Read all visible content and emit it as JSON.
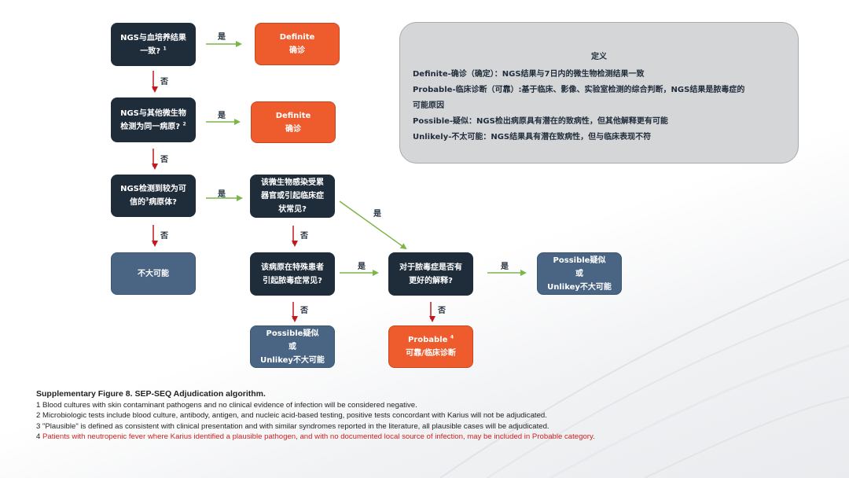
{
  "nodes": {
    "q1": {
      "text": "NGS与血培养结果",
      "text2": "一致?",
      "sup": "1"
    },
    "q2": {
      "text": "NGS与其他微生物",
      "text2": "检测为同一病原?",
      "sup": "2"
    },
    "q3": {
      "text": "NGS检测到较为可",
      "text2": "信的",
      "sup": "3",
      "text3": "病原体?"
    },
    "r_definite1": {
      "text": "Definite",
      "text2": "确诊"
    },
    "r_definite2": {
      "text": "Definite",
      "text2": "确诊"
    },
    "q4": {
      "text": "该微生物感染受累",
      "text2": "器官或引起临床症",
      "text3": "状常见?"
    },
    "r_unlikely1": {
      "text": "不大可能"
    },
    "q5": {
      "text": "该病原在特殊患者",
      "text2": "引起脓毒症常见?"
    },
    "q6": {
      "text": "对于脓毒症是否有",
      "text2": "更好的解释?"
    },
    "r_possible1": {
      "text": "Possible疑似",
      "text2": "或",
      "text3": "Unlikey不大可能"
    },
    "r_possible2": {
      "text": "Possible疑似",
      "text2": "或",
      "text3": "Unlikey不大可能"
    },
    "r_probable": {
      "text": "Probable",
      "sup": "4",
      "text2": "可靠/临床诊断"
    }
  },
  "labels": {
    "yes": "是",
    "no": "否"
  },
  "definitions": {
    "title": "定义",
    "lines": [
      "Definite-确诊（确定）：NGS结果与7日内的微生物检测结果一致",
      "Probable-临床诊断（可靠）:基于临床、影像、实验室检测的综合判断，NGS结果是脓毒症的",
      "可能原因",
      "Possible-疑似：NGS检出病原具有潜在的致病性，但其他解释更有可能",
      "Unlikely-不太可能：NGS结果具有潜在致病性，但与临床表现不符"
    ]
  },
  "caption": {
    "title": "Supplementary Figure 8. SEP-SEQ Adjudication algorithm.",
    "notes": [
      "1 Blood cultures with skin contaminant pathogens and no clinical evidence  of infection will be considered negative.",
      "2 Microbiologic tests include blood culture, antibody, antigen, and nucleic acid-based testing, positive tests concordant with Karius will not be adjudicated.",
      "3 \"Plausible\" is defined as consistent with clinical presentation and with similar syndromes reported in the literature, all plausible cases will be adjudicated."
    ],
    "note4_prefix": "4 ",
    "note4": "Patients with neutropenic fever  where Karius identified  a plausible pathogen, and with no documented  local source of infection, may be included in Probable category."
  },
  "colors": {
    "dark_node": "#1f2d3b",
    "orange_node": "#ee5b2c",
    "steel_node": "#4a6584",
    "yes_arrow": "#7ab648",
    "no_arrow": "#c0191e",
    "definition_box": "#d5d6d8",
    "red_note": "#d01f1f"
  }
}
